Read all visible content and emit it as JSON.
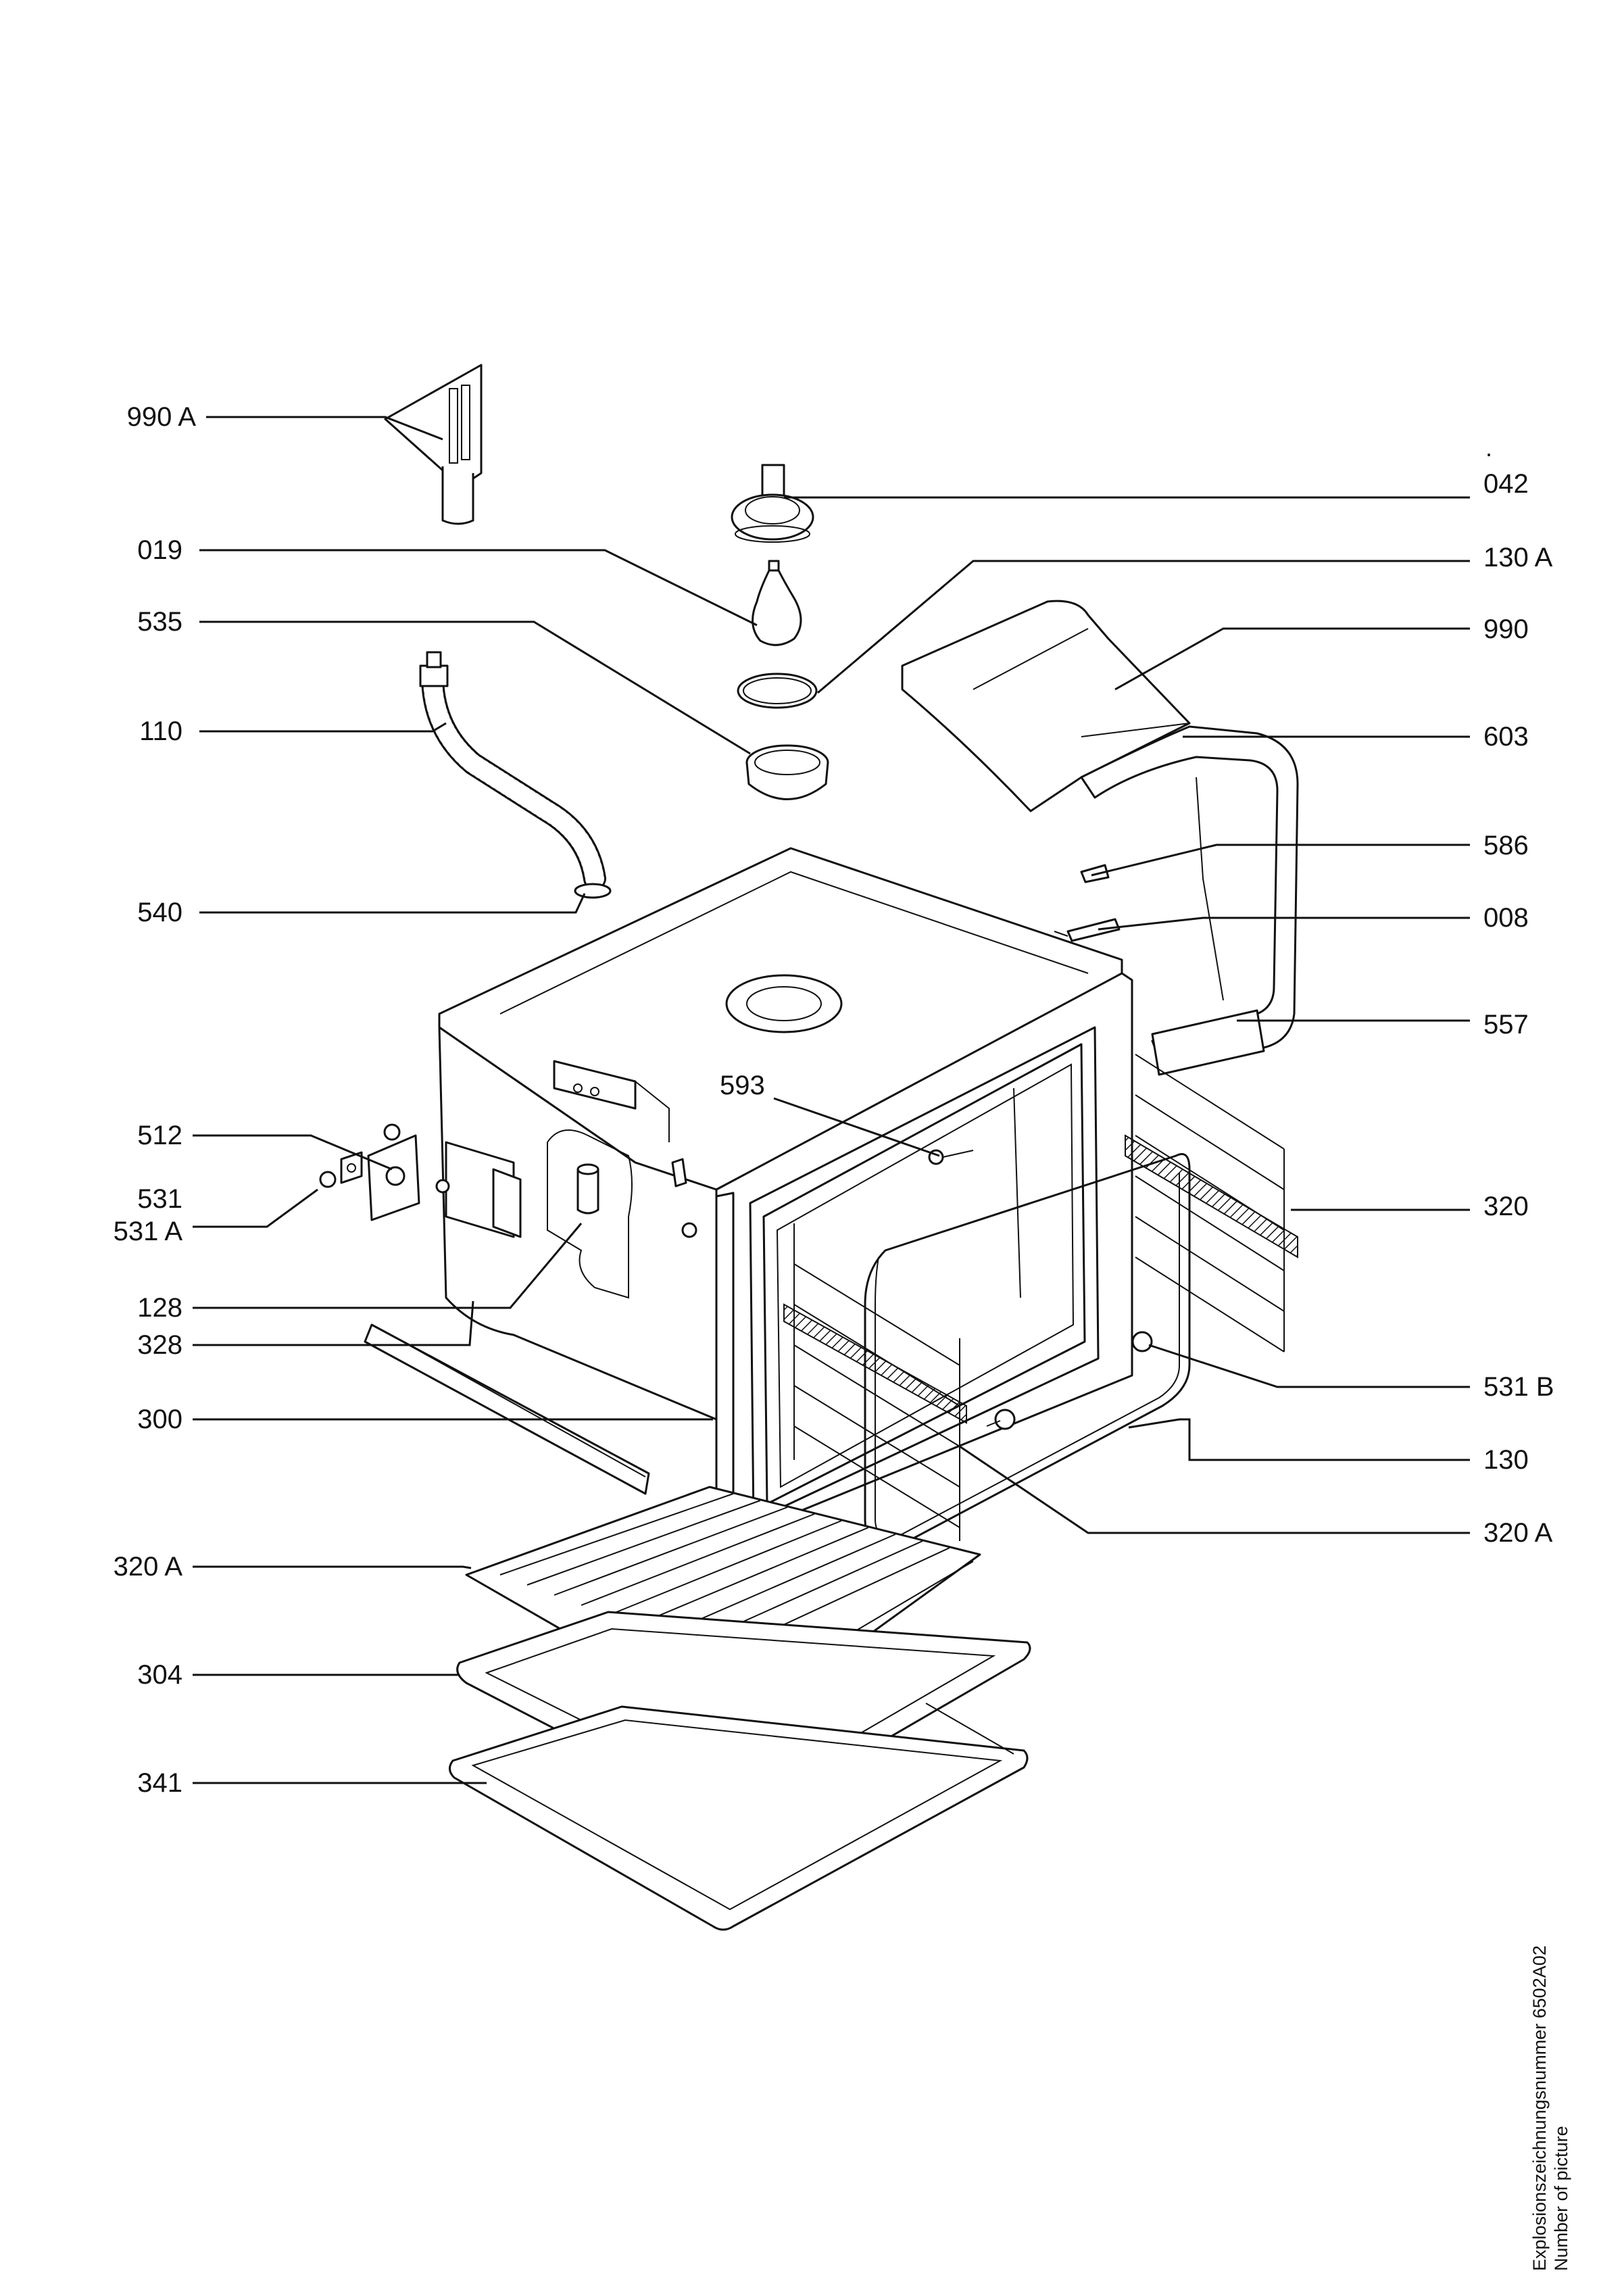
{
  "labels_left": {
    "l990a": "990 A",
    "l019": "019",
    "l535": "535",
    "l110": "110",
    "l540": "540",
    "l512": "512",
    "l531": "531",
    "l531a": "531 A",
    "l128": "128",
    "l328": "328",
    "l300": "300",
    "l320a_left": "320 A",
    "l304": "304",
    "l341": "341"
  },
  "labels_right": {
    "r042": "042",
    "r130a": "130 A",
    "r990": "990",
    "r603": "603",
    "r586": "586",
    "r008": "008",
    "r557": "557",
    "r320": "320",
    "r531b": "531 B",
    "r130": "130",
    "r320a": "320 A"
  },
  "labels_inline": {
    "l593": "593"
  },
  "caption": {
    "line1": "Explosionszeichnungsnummer 6502A02",
    "line2": "Number of picture"
  }
}
